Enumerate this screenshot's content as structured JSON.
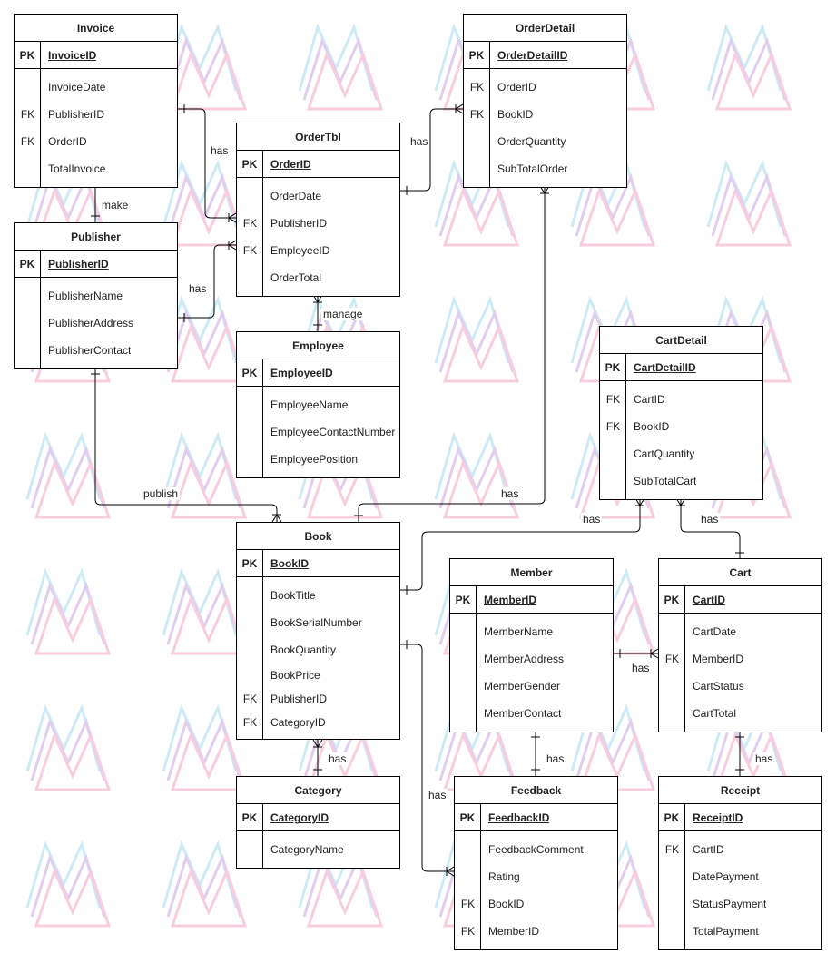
{
  "entities": {
    "invoice": {
      "title": "Invoice",
      "pk": {
        "key": "PK",
        "name": "InvoiceID"
      },
      "fields": [
        {
          "key": "",
          "name": "InvoiceDate"
        },
        {
          "key": "FK",
          "name": "PublisherID"
        },
        {
          "key": "FK",
          "name": "OrderID"
        },
        {
          "key": "",
          "name": "TotalInvoice"
        }
      ]
    },
    "publisher": {
      "title": "Publisher",
      "pk": {
        "key": "PK",
        "name": "PublisherID"
      },
      "fields": [
        {
          "key": "",
          "name": "PublisherName"
        },
        {
          "key": "",
          "name": "PublisherAddress"
        },
        {
          "key": "",
          "name": "PublisherContact"
        }
      ]
    },
    "ordertbl": {
      "title": "OrderTbl",
      "pk": {
        "key": "PK",
        "name": "OrderID"
      },
      "fields": [
        {
          "key": "",
          "name": "OrderDate"
        },
        {
          "key": "FK",
          "name": "PublisherID"
        },
        {
          "key": "FK",
          "name": "EmployeeID"
        },
        {
          "key": "",
          "name": "OrderTotal"
        }
      ]
    },
    "orderdetail": {
      "title": "OrderDetail",
      "pk": {
        "key": "PK",
        "name": "OrderDetailID"
      },
      "fields": [
        {
          "key": "FK",
          "name": "OrderID"
        },
        {
          "key": "FK",
          "name": "BookID"
        },
        {
          "key": "",
          "name": "OrderQuantity"
        },
        {
          "key": "",
          "name": "SubTotalOrder"
        }
      ]
    },
    "employee": {
      "title": "Employee",
      "pk": {
        "key": "PK",
        "name": "EmployeeID"
      },
      "fields": [
        {
          "key": "",
          "name": "EmployeeName"
        },
        {
          "key": "",
          "name": "EmployeeContactNumber"
        },
        {
          "key": "",
          "name": "EmployeePosition"
        }
      ]
    },
    "cartdetail": {
      "title": "CartDetail",
      "pk": {
        "key": "PK",
        "name": "CartDetailID"
      },
      "fields": [
        {
          "key": "FK",
          "name": "CartID"
        },
        {
          "key": "FK",
          "name": "BookID"
        },
        {
          "key": "",
          "name": "CartQuantity"
        },
        {
          "key": "",
          "name": "SubTotalCart"
        }
      ]
    },
    "book": {
      "title": "Book",
      "pk": {
        "key": "PK",
        "name": "BookID"
      },
      "fields": [
        {
          "key": "",
          "name": "BookTitle"
        },
        {
          "key": "",
          "name": "BookSerialNumber"
        },
        {
          "key": "",
          "name": "BookQuantity"
        },
        {
          "key": "",
          "name": "BookPrice"
        },
        {
          "key": "FK",
          "name": "PublisherID"
        },
        {
          "key": "FK",
          "name": "CategoryID"
        }
      ]
    },
    "member": {
      "title": "Member",
      "pk": {
        "key": "PK",
        "name": "MemberID"
      },
      "fields": [
        {
          "key": "",
          "name": "MemberName"
        },
        {
          "key": "",
          "name": "MemberAddress"
        },
        {
          "key": "",
          "name": "MemberGender"
        },
        {
          "key": "",
          "name": "MemberContact"
        }
      ]
    },
    "cart": {
      "title": "Cart",
      "pk": {
        "key": "PK",
        "name": "CartID"
      },
      "fields": [
        {
          "key": "",
          "name": "CartDate"
        },
        {
          "key": "FK",
          "name": "MemberID"
        },
        {
          "key": "",
          "name": "CartStatus"
        },
        {
          "key": "",
          "name": "CartTotal"
        }
      ]
    },
    "category": {
      "title": "Category",
      "pk": {
        "key": "PK",
        "name": "CategoryID"
      },
      "fields": [
        {
          "key": "",
          "name": "CategoryName"
        }
      ]
    },
    "feedback": {
      "title": "Feedback",
      "pk": {
        "key": "PK",
        "name": "FeedbackID"
      },
      "fields": [
        {
          "key": "",
          "name": "FeedbackComment"
        },
        {
          "key": "",
          "name": "Rating"
        },
        {
          "key": "FK",
          "name": "BookID"
        },
        {
          "key": "FK",
          "name": "MemberID"
        }
      ]
    },
    "receipt": {
      "title": "Receipt",
      "pk": {
        "key": "PK",
        "name": "ReceiptID"
      },
      "fields": [
        {
          "key": "FK",
          "name": "CartID"
        },
        {
          "key": "",
          "name": "DatePayment"
        },
        {
          "key": "",
          "name": "StatusPayment"
        },
        {
          "key": "",
          "name": "TotalPayment"
        }
      ]
    }
  },
  "relationships": [
    {
      "id": "invoice-publisher",
      "from": "invoice",
      "to": "publisher",
      "label": "make"
    },
    {
      "id": "invoice-ordertbl",
      "from": "invoice",
      "to": "ordertbl",
      "label": "has"
    },
    {
      "id": "publisher-ordertbl",
      "from": "publisher",
      "to": "ordertbl",
      "label": "has"
    },
    {
      "id": "ordertbl-orderdetail",
      "from": "ordertbl",
      "to": "orderdetail",
      "label": "has"
    },
    {
      "id": "ordertbl-employee",
      "from": "ordertbl",
      "to": "employee",
      "label": "manage"
    },
    {
      "id": "publisher-book",
      "from": "publisher",
      "to": "book",
      "label": "publish"
    },
    {
      "id": "orderdetail-book",
      "from": "orderdetail",
      "to": "book",
      "label": "has"
    },
    {
      "id": "cartdetail-book",
      "from": "cartdetail",
      "to": "book",
      "label": "has"
    },
    {
      "id": "cartdetail-cart",
      "from": "cartdetail",
      "to": "cart",
      "label": "has"
    },
    {
      "id": "member-cart",
      "from": "member",
      "to": "cart",
      "label": "has"
    },
    {
      "id": "book-category",
      "from": "book",
      "to": "category",
      "label": "has"
    },
    {
      "id": "book-feedback",
      "from": "book",
      "to": "feedback",
      "label": "has"
    },
    {
      "id": "member-feedback",
      "from": "member",
      "to": "feedback",
      "label": "has"
    },
    {
      "id": "cart-receipt",
      "from": "cart",
      "to": "receipt",
      "label": "has"
    }
  ],
  "colors": {
    "line": "#000000",
    "watermark_pink": "#f3a6c8",
    "watermark_blue": "#a6dcef",
    "watermark_purple": "#c9a6e0"
  },
  "watermark": {
    "icon": "m-logo-watermark"
  }
}
